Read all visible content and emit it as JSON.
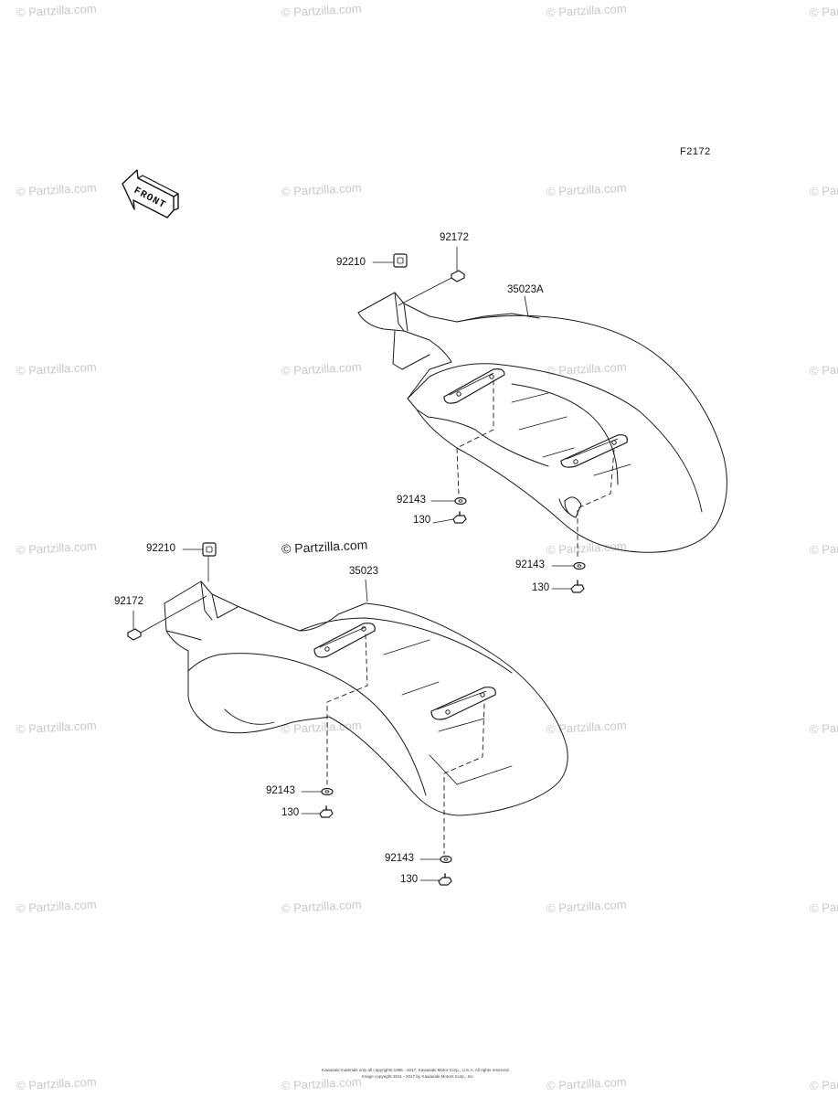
{
  "figure_code": "F2172",
  "copyright_center": "© Partzilla.com",
  "watermark_text": "© Partzilla.com",
  "front_arrow_label": "FRONT",
  "upper_assembly": {
    "labels": {
      "clip": "92210",
      "screw": "92172",
      "guard": "35023A",
      "washer_left": "92143",
      "bolt_left": "130",
      "washer_right": "92143",
      "bolt_right": "130"
    }
  },
  "lower_assembly": {
    "labels": {
      "clip": "92210",
      "screw": "92172",
      "guard": "35023",
      "washer_left": "92143",
      "bolt_left": "130",
      "washer_right": "92143",
      "bolt_right": "130"
    }
  },
  "footer": {
    "line1": "Kawasaki materials only all copyrights 1995 - 2017, Kawasaki Motor Corp., U.S.A. All rights reserved.",
    "line2": "Image copyright 2011 - 2017 by Kawasaki Motors Corp., Inc."
  },
  "colors": {
    "line": "#1a1a1a",
    "watermark": "#c9c9c9",
    "background": "#ffffff"
  }
}
